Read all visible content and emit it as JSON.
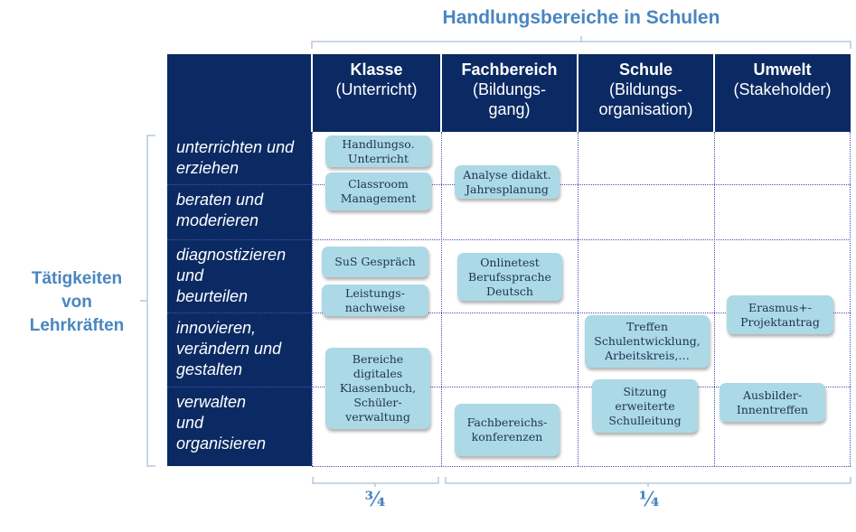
{
  "title": "Handlungsbereiche in Schulen",
  "side_label": "Tätigkeiten\nvon\nLehrkräften",
  "columns": [
    {
      "main": "Klasse",
      "sub": "(Unterricht)"
    },
    {
      "main": "Fachbereich",
      "sub": "(Bildungs-\ngang)"
    },
    {
      "main": "Schule",
      "sub": "(Bildungs-\norganisation)"
    },
    {
      "main": "Umwelt",
      "sub": "(Stakeholder)"
    }
  ],
  "rows": [
    "unterrichten und\nerziehen",
    "beraten und\nmoderieren",
    "diagnostizieren\nund\nbeurteilen",
    "innovieren,\nverändern und\ngestalten",
    "verwalten\nund\norganisieren"
  ],
  "boxes": [
    "Handlungso.\nUnterricht",
    "Classroom\nManagement",
    "Analyse didakt.\nJahresplanung",
    "SuS Gespräch",
    "Leistungs-\nnachweise",
    "Onlinetest\nBerufssprache\nDeutsch",
    "Treffen\nSchulentwicklung,\nArbeitskreis,…",
    "Erasmus+-\nProjektantrag",
    "Bereiche\ndigitales\nKlassenbuch,\nSchüler-\nverwaltung",
    "Fachbereichs-\nkonferenzen",
    "Sitzung\nerweiterte\nSchulleitung",
    "Ausbilder-\nInnentreffen"
  ],
  "fractions": {
    "left": "¾",
    "right": "¼"
  }
}
